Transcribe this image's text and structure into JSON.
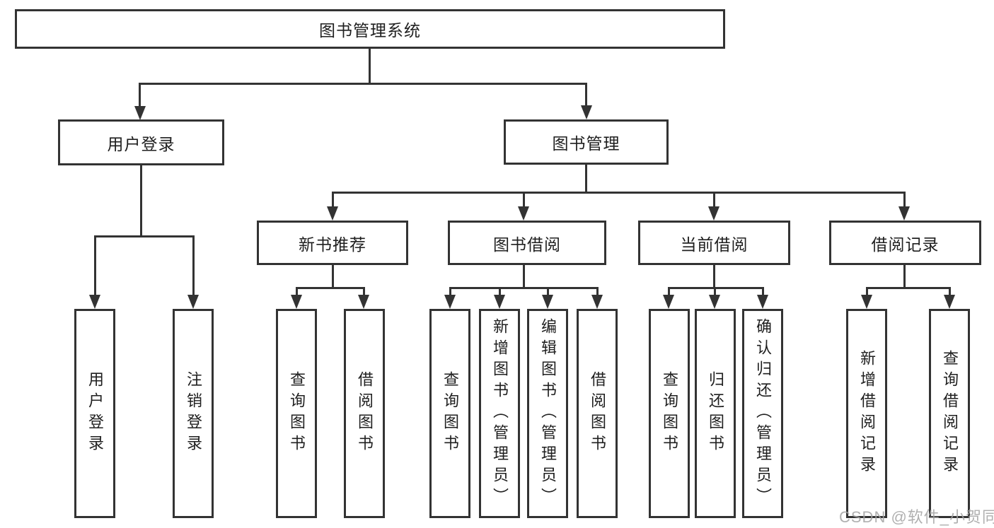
{
  "tree": {
    "label": "图书管理系统",
    "children": [
      {
        "label": "用户登录",
        "children": [
          {
            "label": "用户登录"
          },
          {
            "label": "注销登录"
          }
        ]
      },
      {
        "label": "图书管理",
        "children": [
          {
            "label": "新书推荐",
            "children": [
              {
                "label": "查询图书"
              },
              {
                "label": "借阅图书"
              }
            ]
          },
          {
            "label": "图书借阅",
            "children": [
              {
                "label": "查询图书"
              },
              {
                "label": "新增图书（管理员）"
              },
              {
                "label": "编辑图书（管理员）"
              },
              {
                "label": "借阅图书"
              }
            ]
          },
          {
            "label": "当前借阅",
            "children": [
              {
                "label": "查询图书"
              },
              {
                "label": "归还图书"
              },
              {
                "label": "确认归还（管理员）"
              }
            ]
          },
          {
            "label": "借阅记录",
            "children": [
              {
                "label": "新增借阅记录"
              },
              {
                "label": "查询借阅记录"
              }
            ]
          }
        ]
      }
    ]
  },
  "watermark": {
    "text": "CSDN @软件_小贺同学"
  },
  "colors": {
    "line": "#333333",
    "text": "#1f1f1f",
    "background": "#ffffff",
    "watermark": "#a3a3a3"
  }
}
